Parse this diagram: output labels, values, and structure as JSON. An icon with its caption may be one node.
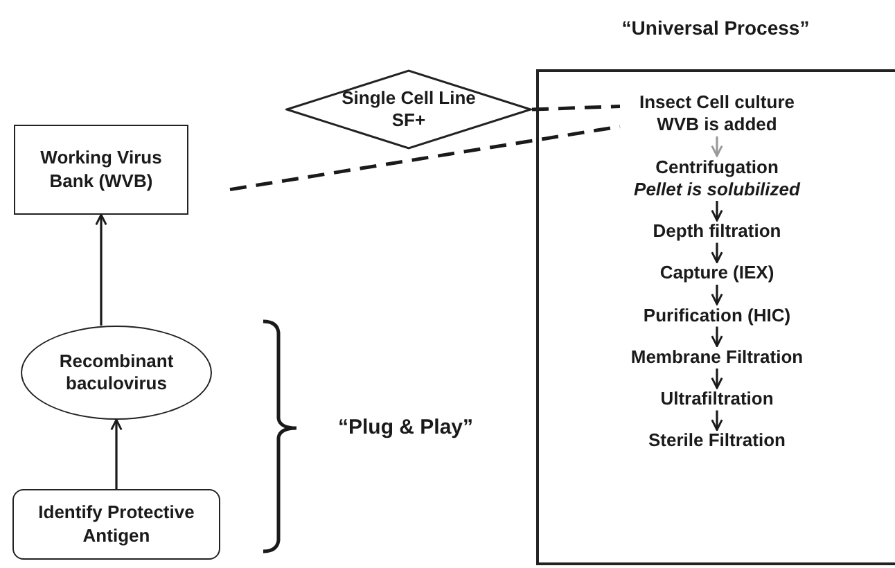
{
  "diagram": {
    "nodes": [
      {
        "text": [
          "Working Virus Bank (WVB)"
        ]
      },
      {
        "text": [
          "Recombinant baculovirus"
        ]
      },
      {
        "text": [
          "Identify Protective Antigen"
        ]
      },
      {
        "text": [
          "Single Cell Line SF+"
        ]
      },
      {
        "text": [
          "“Universal Process”"
        ]
      },
      {
        "text": [
          "Insect Cell culture",
          "WVB is added"
        ],
        "in": 4
      },
      {
        "text": [
          "Centrifugation",
          "Pellet is solubilized"
        ],
        "in": 4
      },
      {
        "text": [
          "Depth filtration"
        ],
        "in": 4
      },
      {
        "text": [
          "Capture (IEX)"
        ],
        "in": 4
      },
      {
        "text": [
          "Purification (HIC)"
        ],
        "in": 4
      },
      {
        "text": [
          "Membrane Filtration"
        ],
        "in": 4
      },
      {
        "text": [
          "Ultrafiltration"
        ],
        "in": 4
      },
      {
        "text": [
          "Sterile Filtration"
        ],
        "in": 4
      }
    ],
    "edges": [
      {
        "from": 2,
        "to": 1,
        "arrow": "to"
      },
      {
        "from": 1,
        "to": 0,
        "arrow": "to"
      },
      {
        "from": 3,
        "to": 5,
        "arrow": "none",
        "style": "dashed"
      },
      {
        "from": 0,
        "to": 5,
        "arrow": "none",
        "style": "dashed"
      },
      {
        "from": 5,
        "to": 6,
        "arrow": "to",
        "color": "#9a9a9a"
      },
      {
        "from": 6,
        "to": 7,
        "arrow": "to"
      },
      {
        "from": 7,
        "to": 8,
        "arrow": "to"
      },
      {
        "from": 8,
        "to": 9,
        "arrow": "to"
      },
      {
        "from": 9,
        "to": 10,
        "arrow": "to"
      },
      {
        "from": 10,
        "to": 11,
        "arrow": "to"
      },
      {
        "from": 11,
        "to": 12,
        "arrow": "to"
      }
    ],
    "labels": [
      "“Plug & Play”"
    ]
  }
}
